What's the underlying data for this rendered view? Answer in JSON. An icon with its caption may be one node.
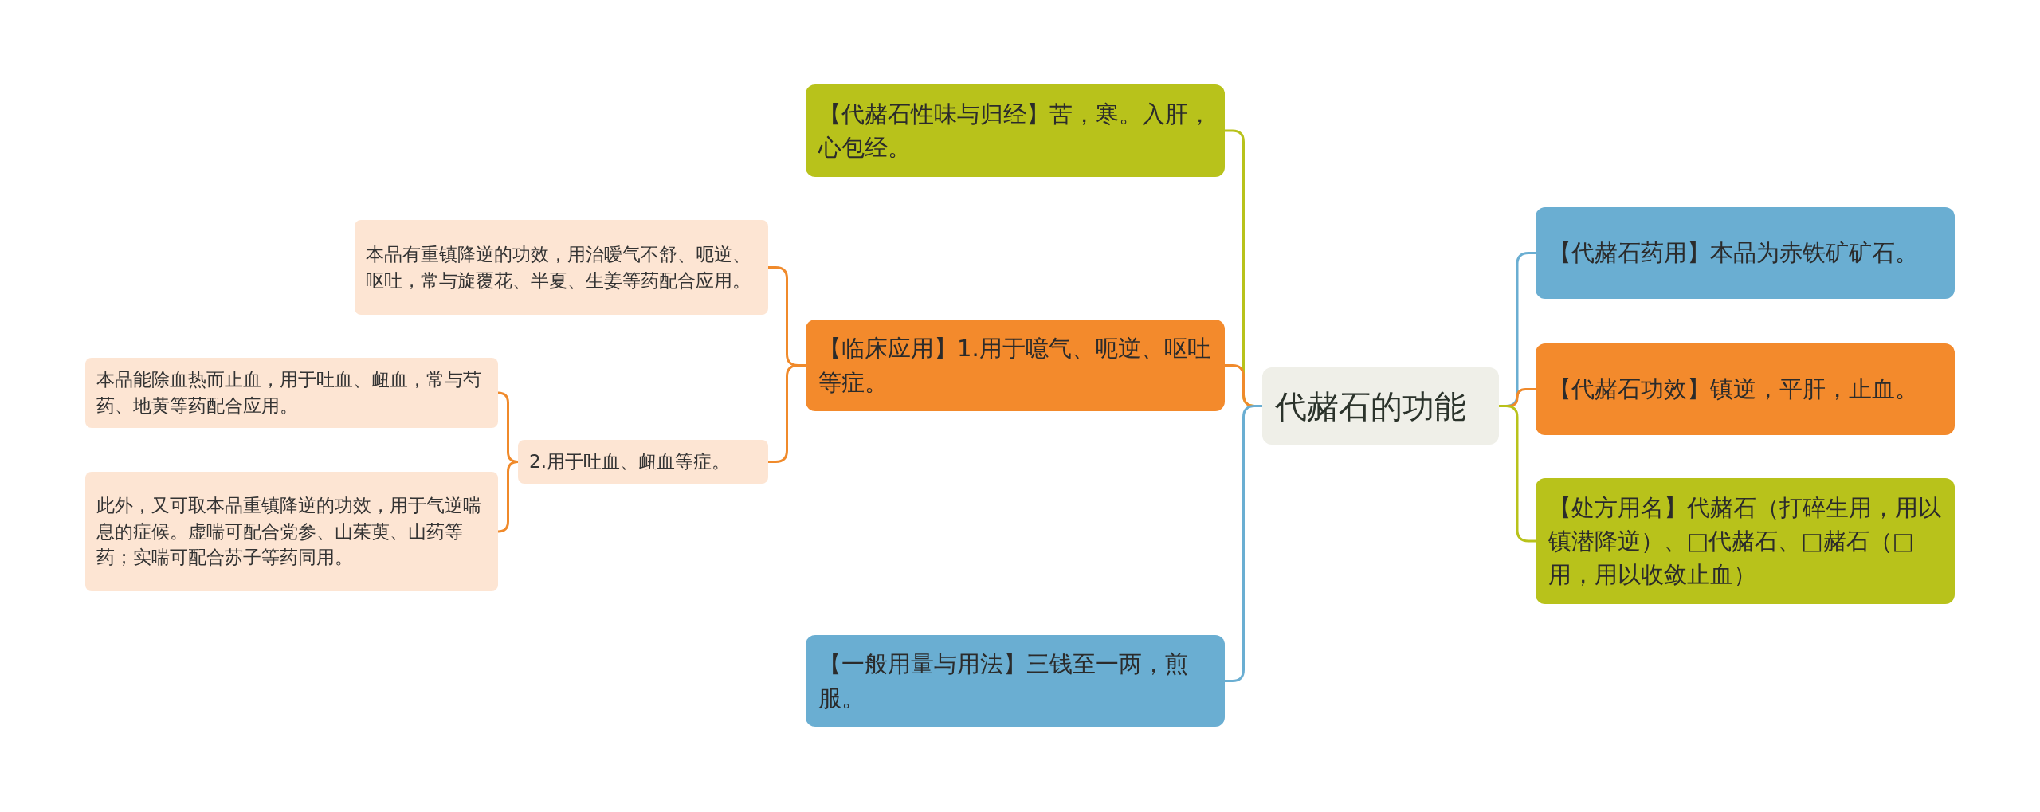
{
  "diagram": {
    "nodes": [
      {
        "text": [
          "代赭石的功能"
        ]
      },
      {
        "text": [
          "【代赭石性味与归经】苦，寒。入肝，心包经。"
        ]
      },
      {
        "text": [
          "【临床应用】1.用于噫气、呃逆、呕吐等症。"
        ]
      },
      {
        "text": [
          "本品有重镇降逆的功效，用治嗳气不舒、呃逆、呕吐，常与旋覆花、半夏、生姜等药配合应用。"
        ]
      },
      {
        "text": [
          "2.用于吐血、衄血等症。"
        ]
      },
      {
        "text": [
          "本品能除血热而止血，用于吐血、衄血，常与芍药、地黄等药配合应用。"
        ]
      },
      {
        "text": [
          "此外，又可取本品重镇降逆的功效，用于气逆喘息的症候。虚喘可配合党参、山茱萸、山药等药；实喘可配合苏子等药同用。"
        ]
      },
      {
        "text": [
          "【一般用量与用法】三钱至一两，煎服。"
        ]
      },
      {
        "text": [
          "【代赭石药用】本品为赤铁矿矿石。"
        ]
      },
      {
        "text": [
          "【代赭石功效】镇逆，平肝，止血。"
        ]
      },
      {
        "text": [
          "【处方用名】代赭石（打碎生用，用以镇潜降逆）、□代赭石、□赭石（□用，用以收敛止血）"
        ]
      }
    ],
    "edges": [
      {
        "from": 0,
        "to": 1,
        "arrow": "none",
        "color": "#b8c21b"
      },
      {
        "from": 0,
        "to": 2,
        "arrow": "none"
      },
      {
        "from": 2,
        "to": 3,
        "arrow": "none"
      },
      {
        "from": 2,
        "to": 4,
        "arrow": "none"
      },
      {
        "from": 4,
        "to": 5,
        "arrow": "none"
      },
      {
        "from": 4,
        "to": 6,
        "arrow": "none"
      },
      {
        "from": 0,
        "to": 7,
        "arrow": "none",
        "color": "#6aaed2"
      },
      {
        "from": 0,
        "to": 8,
        "arrow": "none",
        "color": "#6aaed2"
      },
      {
        "from": 0,
        "to": 9,
        "arrow": "none"
      },
      {
        "from": 0,
        "to": 10,
        "arrow": "none",
        "color": "#b8c21b"
      }
    ]
  }
}
